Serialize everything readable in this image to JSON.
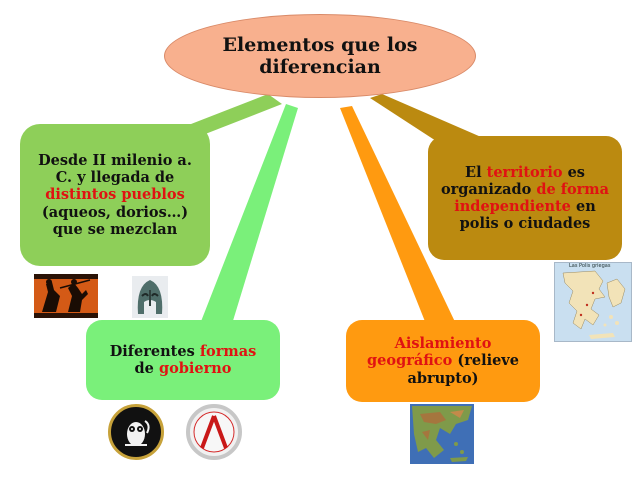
{
  "title": {
    "line1": "Elementos que los",
    "line2": "diferencian"
  },
  "box_origin": {
    "line1": "Desde II milenio a.",
    "line2": "C. y llegada de",
    "line3_red": "distintos pueblos",
    "line4": "(aqueos, dorios…)",
    "line5": "que se  mezclan"
  },
  "box_territory": {
    "w1": "El ",
    "w2_red": "territorio",
    "w3": " es",
    "w4": "organizado ",
    "w5_red": "de forma",
    "w6_red": "independiente",
    "w7": "  en",
    "w8": "polis o ciudades"
  },
  "box_government": {
    "w1": "Diferentes ",
    "w2_red": "formas",
    "w3": "de ",
    "w4_red": "gobierno"
  },
  "box_isolation": {
    "w1_red": "Aislamiento",
    "w2_red": "geográfico",
    "w3": " (relieve",
    "w4": "abrupto)"
  },
  "map_label": "Las Polis griegas",
  "colors": {
    "title_fill": "#f8b08e",
    "green": "#8ecf59",
    "brown": "#bb8a10",
    "light_green": "#7af07a",
    "orange": "#ff9a10",
    "highlight_red": "#e01212"
  }
}
